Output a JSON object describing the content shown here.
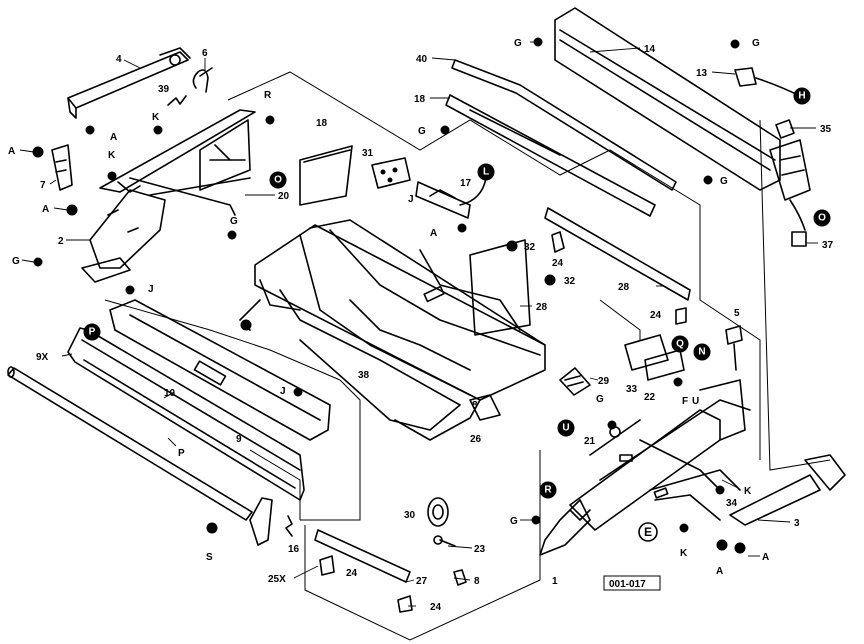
{
  "diagram": {
    "part_labels": [
      {
        "id": "p4",
        "text": "4"
      },
      {
        "id": "p6a",
        "text": "6"
      },
      {
        "id": "p39",
        "text": "39"
      },
      {
        "id": "pR1",
        "text": "R"
      },
      {
        "id": "pK1",
        "text": "K"
      },
      {
        "id": "pA1",
        "text": "A"
      },
      {
        "id": "pA2",
        "text": "A"
      },
      {
        "id": "pK2",
        "text": "K"
      },
      {
        "id": "p7",
        "text": "7"
      },
      {
        "id": "pA3",
        "text": "A"
      },
      {
        "id": "p2",
        "text": "2"
      },
      {
        "id": "pG1",
        "text": "G"
      },
      {
        "id": "p20",
        "text": "20"
      },
      {
        "id": "pG2",
        "text": "G"
      },
      {
        "id": "p18a",
        "text": "18"
      },
      {
        "id": "p31",
        "text": "31"
      },
      {
        "id": "pJ1",
        "text": "J"
      },
      {
        "id": "p17",
        "text": "17"
      },
      {
        "id": "p40",
        "text": "40"
      },
      {
        "id": "p18b",
        "text": "18"
      },
      {
        "id": "pG3",
        "text": "G"
      },
      {
        "id": "pG4",
        "text": "G"
      },
      {
        "id": "p14",
        "text": "14"
      },
      {
        "id": "pG5",
        "text": "G"
      },
      {
        "id": "p13",
        "text": "13"
      },
      {
        "id": "p35",
        "text": "35"
      },
      {
        "id": "pG6",
        "text": "G"
      },
      {
        "id": "p37",
        "text": "37"
      },
      {
        "id": "pA4",
        "text": "A"
      },
      {
        "id": "p32a",
        "text": "32"
      },
      {
        "id": "p24a",
        "text": "24"
      },
      {
        "id": "p28a",
        "text": "28"
      },
      {
        "id": "p32b",
        "text": "32"
      },
      {
        "id": "p28b",
        "text": "28"
      },
      {
        "id": "p24b",
        "text": "24"
      },
      {
        "id": "p5",
        "text": "5"
      },
      {
        "id": "pJ2",
        "text": "J"
      },
      {
        "id": "p9x",
        "text": "9X"
      },
      {
        "id": "p38",
        "text": "38"
      },
      {
        "id": "p10",
        "text": "10"
      },
      {
        "id": "pJ3",
        "text": "J"
      },
      {
        "id": "p9",
        "text": "9"
      },
      {
        "id": "pP",
        "text": "P"
      },
      {
        "id": "p29",
        "text": "29"
      },
      {
        "id": "p33",
        "text": "33"
      },
      {
        "id": "p22",
        "text": "22"
      },
      {
        "id": "pFU",
        "text": "F"
      },
      {
        "id": "pU",
        "text": "U"
      },
      {
        "id": "pG7",
        "text": "G"
      },
      {
        "id": "p21",
        "text": "21"
      },
      {
        "id": "p26",
        "text": "26"
      },
      {
        "id": "p8a",
        "text": "8"
      },
      {
        "id": "pK3",
        "text": "K"
      },
      {
        "id": "p34",
        "text": "34"
      },
      {
        "id": "p3",
        "text": "3"
      },
      {
        "id": "pA5",
        "text": "A"
      },
      {
        "id": "pA6",
        "text": "A"
      },
      {
        "id": "pK4",
        "text": "K"
      },
      {
        "id": "pG8",
        "text": "G"
      },
      {
        "id": "p1",
        "text": "1"
      },
      {
        "id": "p30",
        "text": "30"
      },
      {
        "id": "p23",
        "text": "23"
      },
      {
        "id": "p8b",
        "text": "8"
      },
      {
        "id": "p24c",
        "text": "24"
      },
      {
        "id": "p27",
        "text": "27"
      },
      {
        "id": "p25x",
        "text": "25X"
      },
      {
        "id": "p24d",
        "text": "24"
      },
      {
        "id": "pS",
        "text": "S"
      },
      {
        "id": "p16",
        "text": "16"
      }
    ],
    "callouts": [
      {
        "id": "cO1",
        "text": "O"
      },
      {
        "id": "cL",
        "text": "L"
      },
      {
        "id": "cO2",
        "text": "O"
      },
      {
        "id": "cH",
        "text": "H"
      },
      {
        "id": "cP",
        "text": "P"
      },
      {
        "id": "cQ",
        "text": "Q"
      },
      {
        "id": "cN",
        "text": "N"
      },
      {
        "id": "cU",
        "text": "U"
      },
      {
        "id": "cR",
        "text": "R"
      }
    ],
    "e_marker": "E",
    "drawing_code": "001-017"
  }
}
